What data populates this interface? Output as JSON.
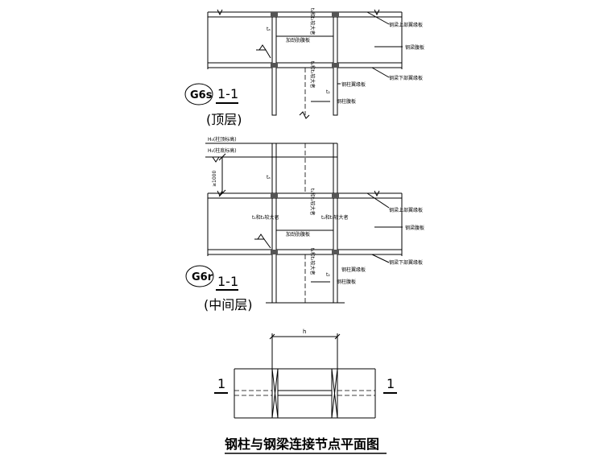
{
  "title": "钢柱与钢梁连接节点平面图",
  "top_section": {
    "badge": "G6s",
    "section": "1-1",
    "level": "(顶层)",
    "labels": {
      "beam_top_flange": "钢梁上部翼缘板",
      "beam_web": "钢梁腹板",
      "beam_bottom_flange": "钢梁下部翼缘板",
      "col_flange": "钢柱翼缘板",
      "col_web": "钢柱腹板",
      "stiffener": "加劲肋腹板",
      "thickness_note": "t₁和t₂较大者",
      "ta": "tₐ",
      "t2": "t₂",
      "tb": "t_b"
    }
  },
  "middle_section": {
    "badge": "G6r",
    "section": "1-1",
    "level": "(中间层)",
    "h0_label": "H₀(柱顶标高)",
    "h1_label": "H₁(柱底标高)",
    "dim_1000": "≥1000",
    "labels": {
      "beam_top_flange": "钢梁上部翼缘板",
      "beam_web": "钢梁腹板",
      "beam_bottom_flange": "钢梁下部翼缘板",
      "col_flange": "钢柱翼缘板",
      "col_web": "钢柱腹板",
      "stiffener": "加劲肋腹板",
      "thickness_note": "t₁和t₂较大者",
      "thickness_left": "t₁和t₃较大者",
      "thickness_right": "t₂和t₃较大者",
      "ta": "tₐ",
      "t2": "t₂",
      "tb": "t_b"
    }
  },
  "plan": {
    "h_label": "h",
    "cut_left": "1",
    "cut_right": "1"
  }
}
